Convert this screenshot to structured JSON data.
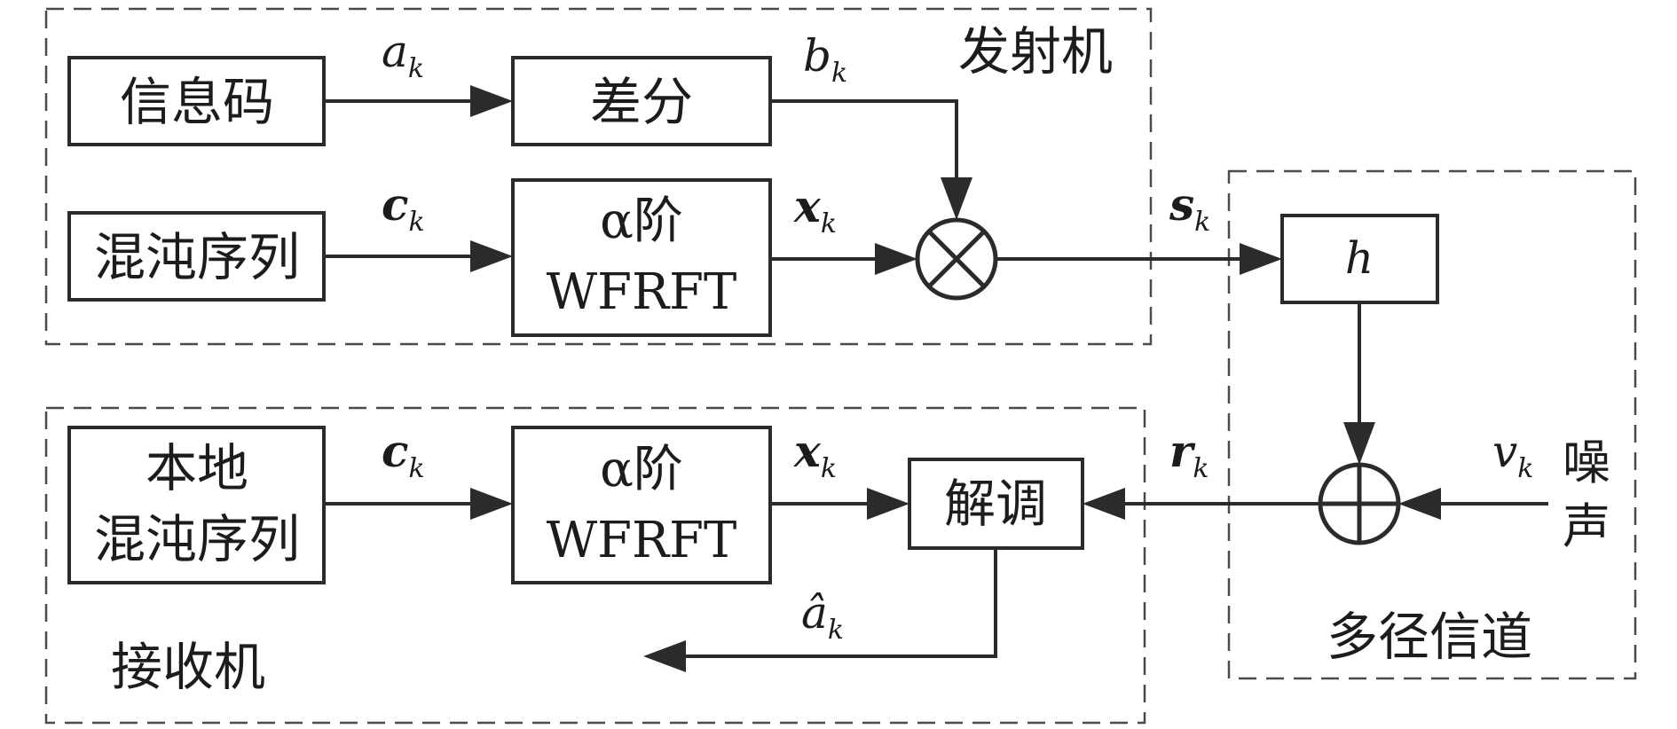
{
  "transmitter": {
    "title": "发射机",
    "info_code": "信息码",
    "differential": "差分",
    "chaos_sequence": "混沌序列",
    "wfrft_order": "α阶",
    "wfrft": "WFRFT"
  },
  "channel": {
    "title": "多径信道",
    "h": "h",
    "noise_line1": "噪",
    "noise_line2": "声"
  },
  "receiver": {
    "title": "接收机",
    "local_line1": "本地",
    "local_line2": "混沌序列",
    "wfrft_order": "α阶",
    "wfrft": "WFRFT",
    "demod": "解调"
  },
  "signals": {
    "a": "a",
    "a_sub": "k",
    "b": "b",
    "b_sub": "k",
    "c_tx": "c",
    "c_tx_sub": "k",
    "x_tx": "x",
    "x_tx_sub": "k",
    "s": "s",
    "s_sub": "k",
    "r": "r",
    "r_sub": "k",
    "v": "v",
    "v_sub": "k",
    "c_rx": "c",
    "c_rx_sub": "k",
    "x_rx": "x",
    "x_rx_sub": "k",
    "a_hat": "â",
    "a_hat_sub": "k"
  },
  "symbols": {
    "multiplier": "multiply-circle-icon",
    "adder": "add-circle-icon"
  },
  "colors": {
    "line": "#2b2b2b",
    "background": "#ffffff"
  }
}
